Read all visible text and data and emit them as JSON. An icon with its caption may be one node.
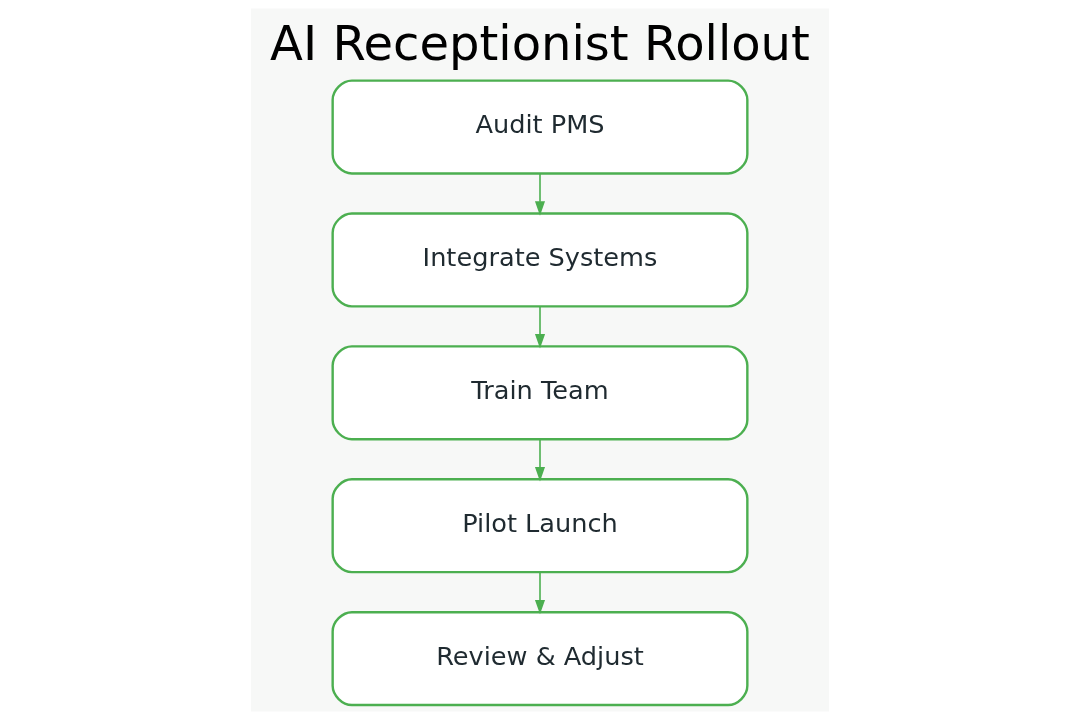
{
  "diagram": {
    "title": "AI Receptionist Rollout",
    "nodes": [
      {
        "text": [
          "Audit PMS"
        ]
      },
      {
        "text": [
          "Integrate Systems"
        ]
      },
      {
        "text": [
          "Train Team"
        ]
      },
      {
        "text": [
          "Pilot Launch"
        ]
      },
      {
        "text": [
          "Review & Adjust"
        ]
      }
    ],
    "edges": [
      {
        "from": 0,
        "to": 1,
        "arrow": "to"
      },
      {
        "from": 1,
        "to": 2,
        "arrow": "to"
      },
      {
        "from": 2,
        "to": 3,
        "arrow": "to"
      },
      {
        "from": 3,
        "to": 4,
        "arrow": "to"
      }
    ]
  }
}
